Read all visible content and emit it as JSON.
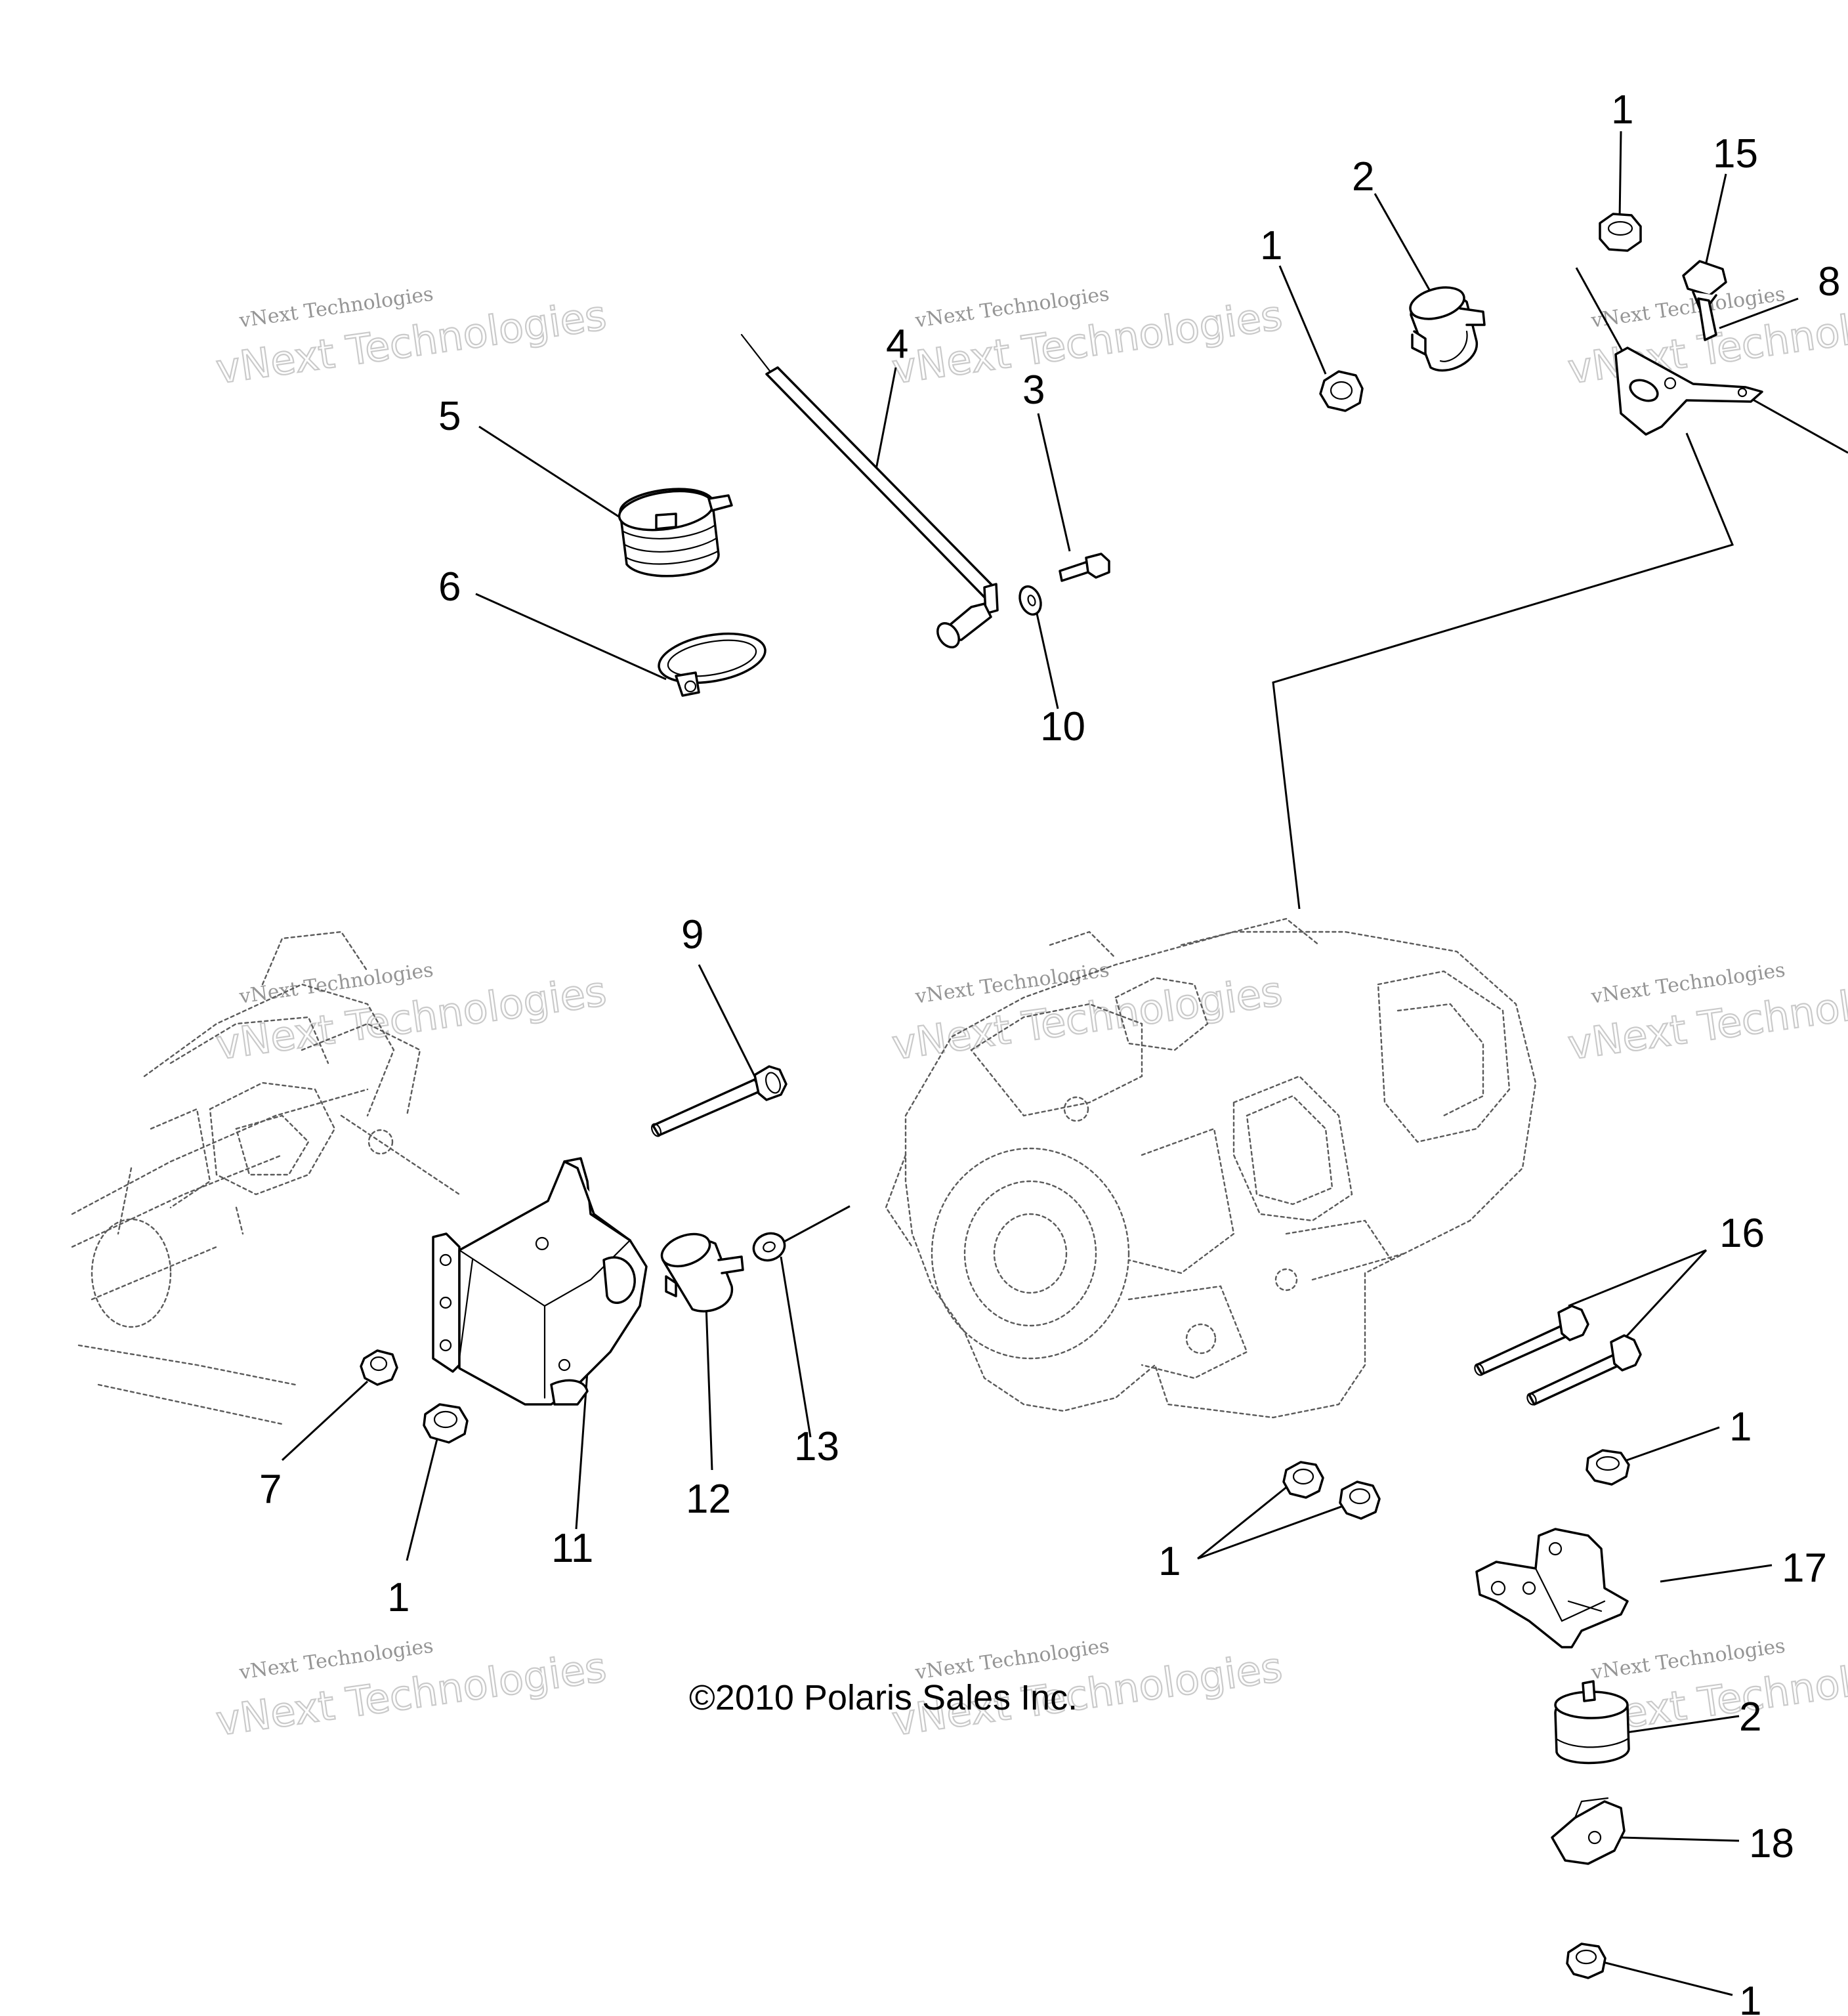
{
  "copyright": "©2010 Polaris Sales Inc.",
  "watermark": {
    "line1": "vNext Technologies",
    "line2": "vNext Technologies"
  },
  "callouts": {
    "c1a": "1",
    "c1b": "1",
    "c1c": "1",
    "c1d": "1",
    "c1e": "1",
    "c1f": "1",
    "c2a": "2",
    "c2b": "2",
    "c3": "3",
    "c4": "4",
    "c5": "5",
    "c6": "6",
    "c7": "7",
    "c8": "8",
    "c9": "9",
    "c10": "10",
    "c11": "11",
    "c12": "12",
    "c13": "13",
    "c15": "15",
    "c16": "16",
    "c17": "17",
    "c18": "18"
  }
}
